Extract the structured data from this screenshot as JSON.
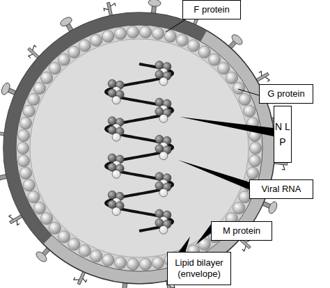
{
  "diagram": {
    "nodes": [
      {
        "text": [
          "F protein"
        ]
      },
      {
        "text": [
          "G protein"
        ]
      },
      {
        "text": [
          "N L P"
        ]
      },
      {
        "text": [
          "Viral RNA"
        ]
      },
      {
        "text": [
          "M protein"
        ]
      },
      {
        "text": [
          "Lipid bilayer (envelope)"
        ]
      }
    ]
  }
}
